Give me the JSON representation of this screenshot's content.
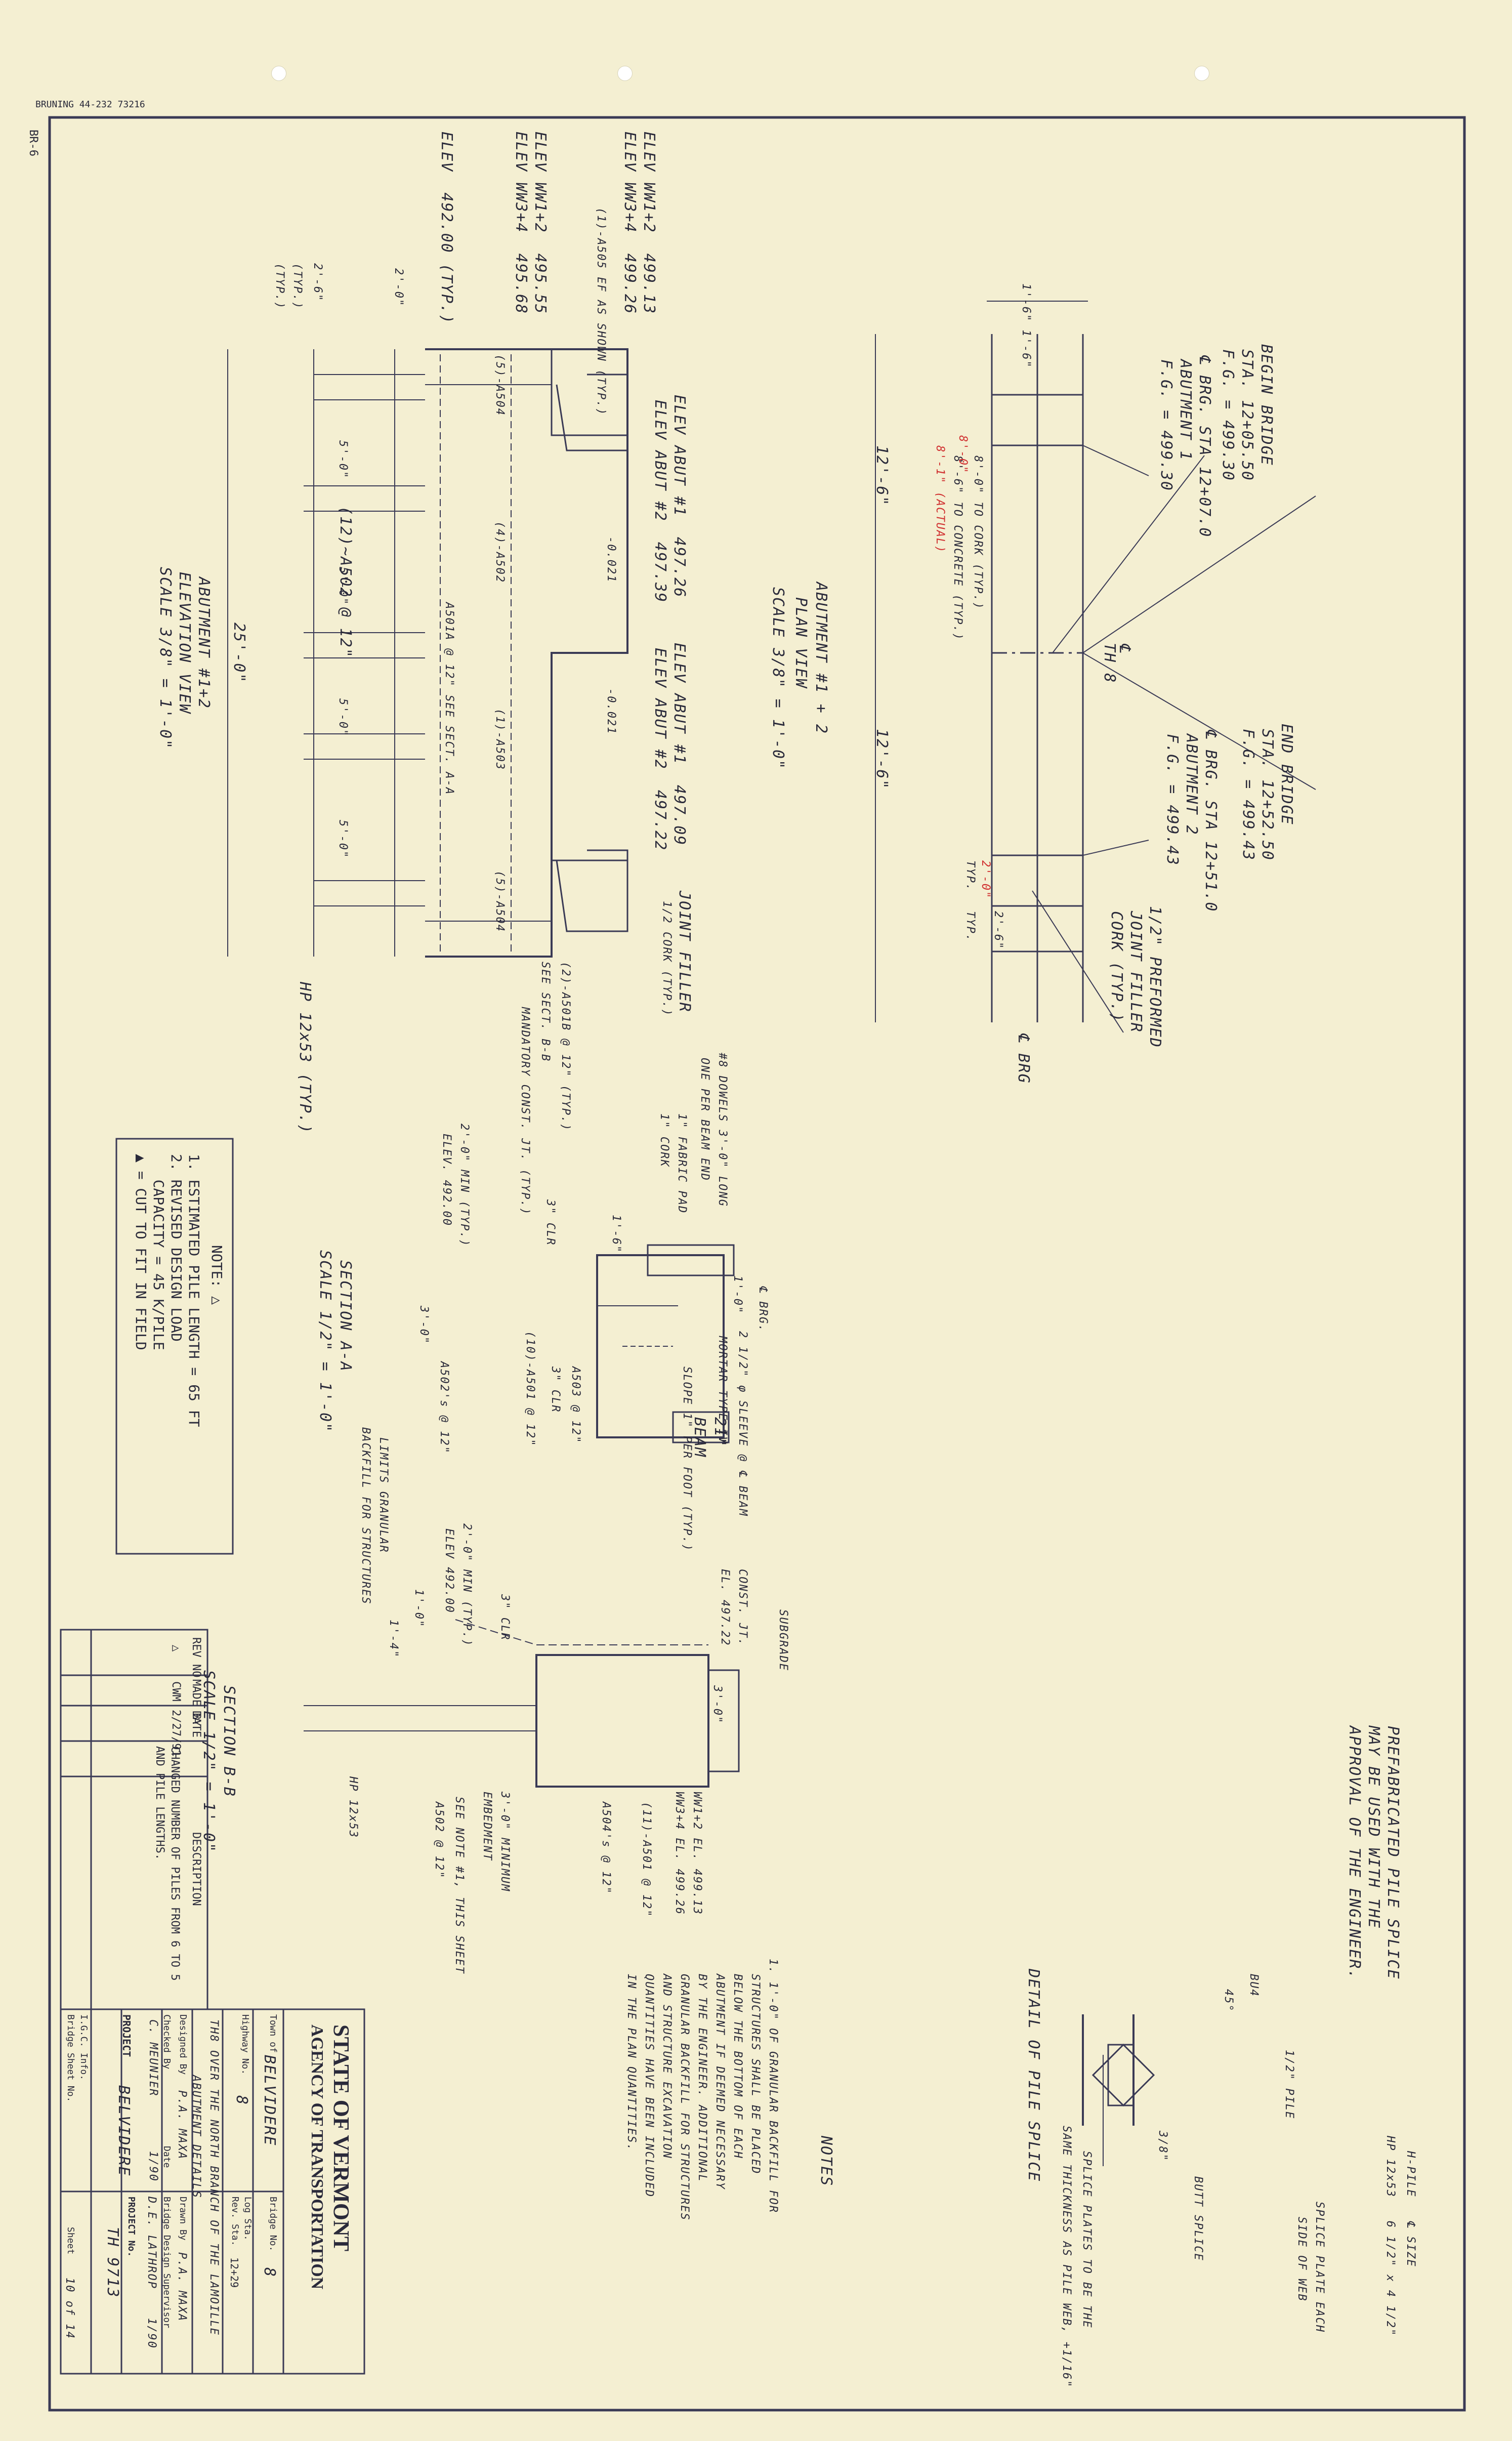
{
  "sheet_header": {
    "vendor_stamp": "BRUNING 44-232 73216",
    "sheet_ref": "BR-6"
  },
  "plan_view": {
    "begin_bridge": [
      "BEGIN BRIDGE",
      "STA. 12+05.50",
      "F.G. = 499.30"
    ],
    "brg_abut1": [
      "℄ BRG. STA 12+07.0",
      "ABUTMENT 1",
      "F.G. = 499.30"
    ],
    "cl_label": "℄",
    "tb_label": "TH 8",
    "brg_abut2": [
      "℄ BRG. STA 12+51.0",
      "ABUTMENT 2",
      "F.G. = 499.43"
    ],
    "end_bridge": [
      "END BRIDGE",
      "STA. 12+52.50",
      "F.G. = 499.43"
    ],
    "dim_top": "1'-6\" 1'-6\"",
    "cork_note": "8'-0\" TO CORK (TYP.)",
    "concrete_note": "8'-6\" TO CONCRETE (TYP.)",
    "red_note": "8'-1\" (ACTUAL)",
    "red_dim_left": "8'-0\"",
    "red_dim_right": "2'-0\"",
    "dim_left": "12'-6\"",
    "dim_right": "12'-6\"",
    "dim_typ": [
      "2'-6\"",
      "TYP.",
      "TYP."
    ],
    "preformed": [
      "1/2\" PREFORMED",
      "JOINT FILLER",
      "CORK (TYP.)"
    ],
    "cl_brg": "℄ BRG",
    "title": [
      "ABUTMENT #1 + 2",
      "PLAN VIEW",
      "SCALE 3/8\" = 1'-0\""
    ]
  },
  "elevation_view": {
    "elev_labels": [
      "ELEV WW1+2  499.13",
      "ELEV WW3+4  499.26",
      "ELEV WW1+2  495.55",
      "ELEV WW3+4  495.68",
      "ELEV  492.00 (TYP.)"
    ],
    "abut_elev": [
      "ELEV ABUT #1  497.26",
      "ELEV ABUT #2  497.39",
      "ELEV ABUT #1  497.09",
      "ELEV ABUT #2  497.22"
    ],
    "rebar_labels": [
      "(1)-A505 EF AS SHOWN (TYP.)",
      "(5)-A504",
      "(4)-A502",
      "A501A @ 12\" SEE SECT. A-A",
      "(1)-A503",
      "(5)-A504",
      "(2)-A501B @ 12\" (TYP.)",
      "SEE SECT. B-B"
    ],
    "slopes": [
      "-0.021",
      "-0.021"
    ],
    "misc": [
      "2'-0\"",
      "(TYP.)",
      "(12)~A502 @ 12\"",
      "25'-0\"",
      "5'-0\"",
      "5'-0\"",
      "5'-0\"",
      "5'-0\"",
      "2'-6\"",
      "(TYP.)"
    ],
    "joint_filler": [
      "JOINT FILLER",
      "1/2 CORK (TYP.)"
    ],
    "hp_label": "HP 12x53 (TYP.)",
    "mandatory": "MANDATORY CONST. JT. (TYP.)",
    "title": [
      "ABUTMENT #1+2",
      "ELEVATION VIEW",
      "SCALE 3/8\" = 1'-0\""
    ]
  },
  "section_aa": {
    "labels": [
      "#8 DOWELS 3'-0\" LONG",
      "ONE PER BEAM END",
      "1\" FABRIC PAD",
      "1\" CORK",
      "2'-0\" MIN (TYP.)",
      "ELEV. 492.00",
      "1'-6\"",
      "3\" CLR",
      "3'-0\"",
      "1'-0\"",
      "℄ BRG.",
      "2 1/2\" φ SLEEVE @ ℄ BEAM",
      "MORTAR TYPE IV",
      "SLOPE 1\" PER FOOT (TYP.)",
      "(10)-A501 @ 12\"",
      "A503 @ 12\"",
      "A502's @ 12\"",
      "3\" CLR",
      "21\"",
      "BEAM"
    ],
    "title": [
      "SECTION A-A",
      "SCALE 1/2\" = 1'-0\""
    ]
  },
  "section_bb": {
    "labels": [
      "LIMITS GRANULAR",
      "BACKFILL FOR STRUCTURES",
      "CONST. JT.",
      "EL. 497.22",
      "SUBGRADE",
      "2'-0\" MIN (TYP.)",
      "ELEV 492.00",
      "1'-0\"",
      "3\" CLR",
      "3'-0\"",
      "WW1+2 EL. 499.13",
      "WW3+4 EL. 499.26",
      "(11)-A501 @ 12\"",
      "A504's @ 12\"",
      "3'-0\" MINIMUM",
      "EMBEDMENT",
      "SEE NOTE #1, THIS SHEET",
      "A502 @ 12\"",
      "HP 12x53",
      "1'-4\""
    ],
    "title": [
      "SECTION B-B",
      "SCALE 1/2\" = 1'-0\""
    ]
  },
  "pile_splice": {
    "header": [
      "PREFABRICATED PILE SPLICE",
      "MAY BE USED WITH THE",
      "APPROVAL OF THE ENGINEER."
    ],
    "table": [
      "H-PILE   ℄ SIZE",
      "HP 12x53   6 1/2\" x 4 1/2\""
    ],
    "labels": [
      "BU4",
      "45°",
      "1/2\" PILE",
      "SPLICE PLATE EACH",
      "SIDE OF WEB",
      "BUTT SPLICE",
      "3/8\"",
      "SPLICE PLATES TO BE THE",
      "SAME THICKNESS AS PILE WEB, +1/16\""
    ],
    "title": "DETAIL OF PILE SPLICE"
  },
  "notes": {
    "title": "NOTES",
    "lines": [
      "1. 1'-0\" OF GRANULAR BACKFILL FOR",
      "STRUCTURES SHALL BE PLACED",
      "BELOW THE BOTTOM OF EACH",
      "ABUTMENT IF DEEMED NECESSARY",
      "BY THE ENGINEER. ADDITIONAL",
      "GRANULAR BACKFILL FOR STRUCTURES",
      "AND STRUCTURE EXCAVATION",
      "QUANTITIES HAVE BEEN INCLUDED",
      "IN THE PLAN QUANTITIES."
    ]
  },
  "note_box": {
    "title": "NOTE: △",
    "lines": [
      "1. ESTIMATED PILE LENGTH = 65 FT",
      "2. REVISED DESIGN LOAD",
      "   CAPACITY = 45 K/PILE",
      "▲ = CUT TO FIT IN FIELD"
    ]
  },
  "revision_table": {
    "headers": [
      "REV NO",
      "MADE BY",
      "DATE",
      "DESCRIPTION"
    ],
    "rows": [
      [
        "△",
        "CWM",
        "2/27/91",
        "CHANGED NUMBER OF PILES FROM 6 TO 5 AND PILE LENGTHS."
      ]
    ]
  },
  "title_block": {
    "agency": [
      "STATE OF VERMONT",
      "AGENCY OF TRANSPORTATION"
    ],
    "town_label": "Town of",
    "town": "BELVIDERE",
    "bridge_no_label": "Bridge No.",
    "bridge_no": "8",
    "highway_label": "Highway No.",
    "highway": "8",
    "log_sta_label": "Log Sta.",
    "log_sta": "",
    "rev_sta_label": "Rev. Sta.",
    "rev_sta": "12+29",
    "desc1": "TH8 OVER THE NORTH BRANCH OF THE LAMOILLE",
    "desc2": "ABUTMENT DETAILS",
    "designed_label": "Designed By",
    "designed": "P.A. MAXA",
    "drawn_label": "Drawn By",
    "drawn": "P.A. MAXA",
    "checked_label": "Checked By",
    "checked": "C. MEUNIER",
    "date_label": "Date",
    "date": "1/90",
    "supervisor_label": "Bridge Design Supervisor",
    "supervisor": "D.E. LATHROP",
    "sup_date": "1/90",
    "project_label": "PROJECT",
    "project": "BELVIDERE",
    "project_no_label": "PROJECT No.",
    "project_no": "TH 9713",
    "lgc_label": "I.G.C. Info.",
    "bridge_sheet_label": "Bridge Sheet No.",
    "sheet_label": "Sheet",
    "sheet": "10 of 14"
  }
}
